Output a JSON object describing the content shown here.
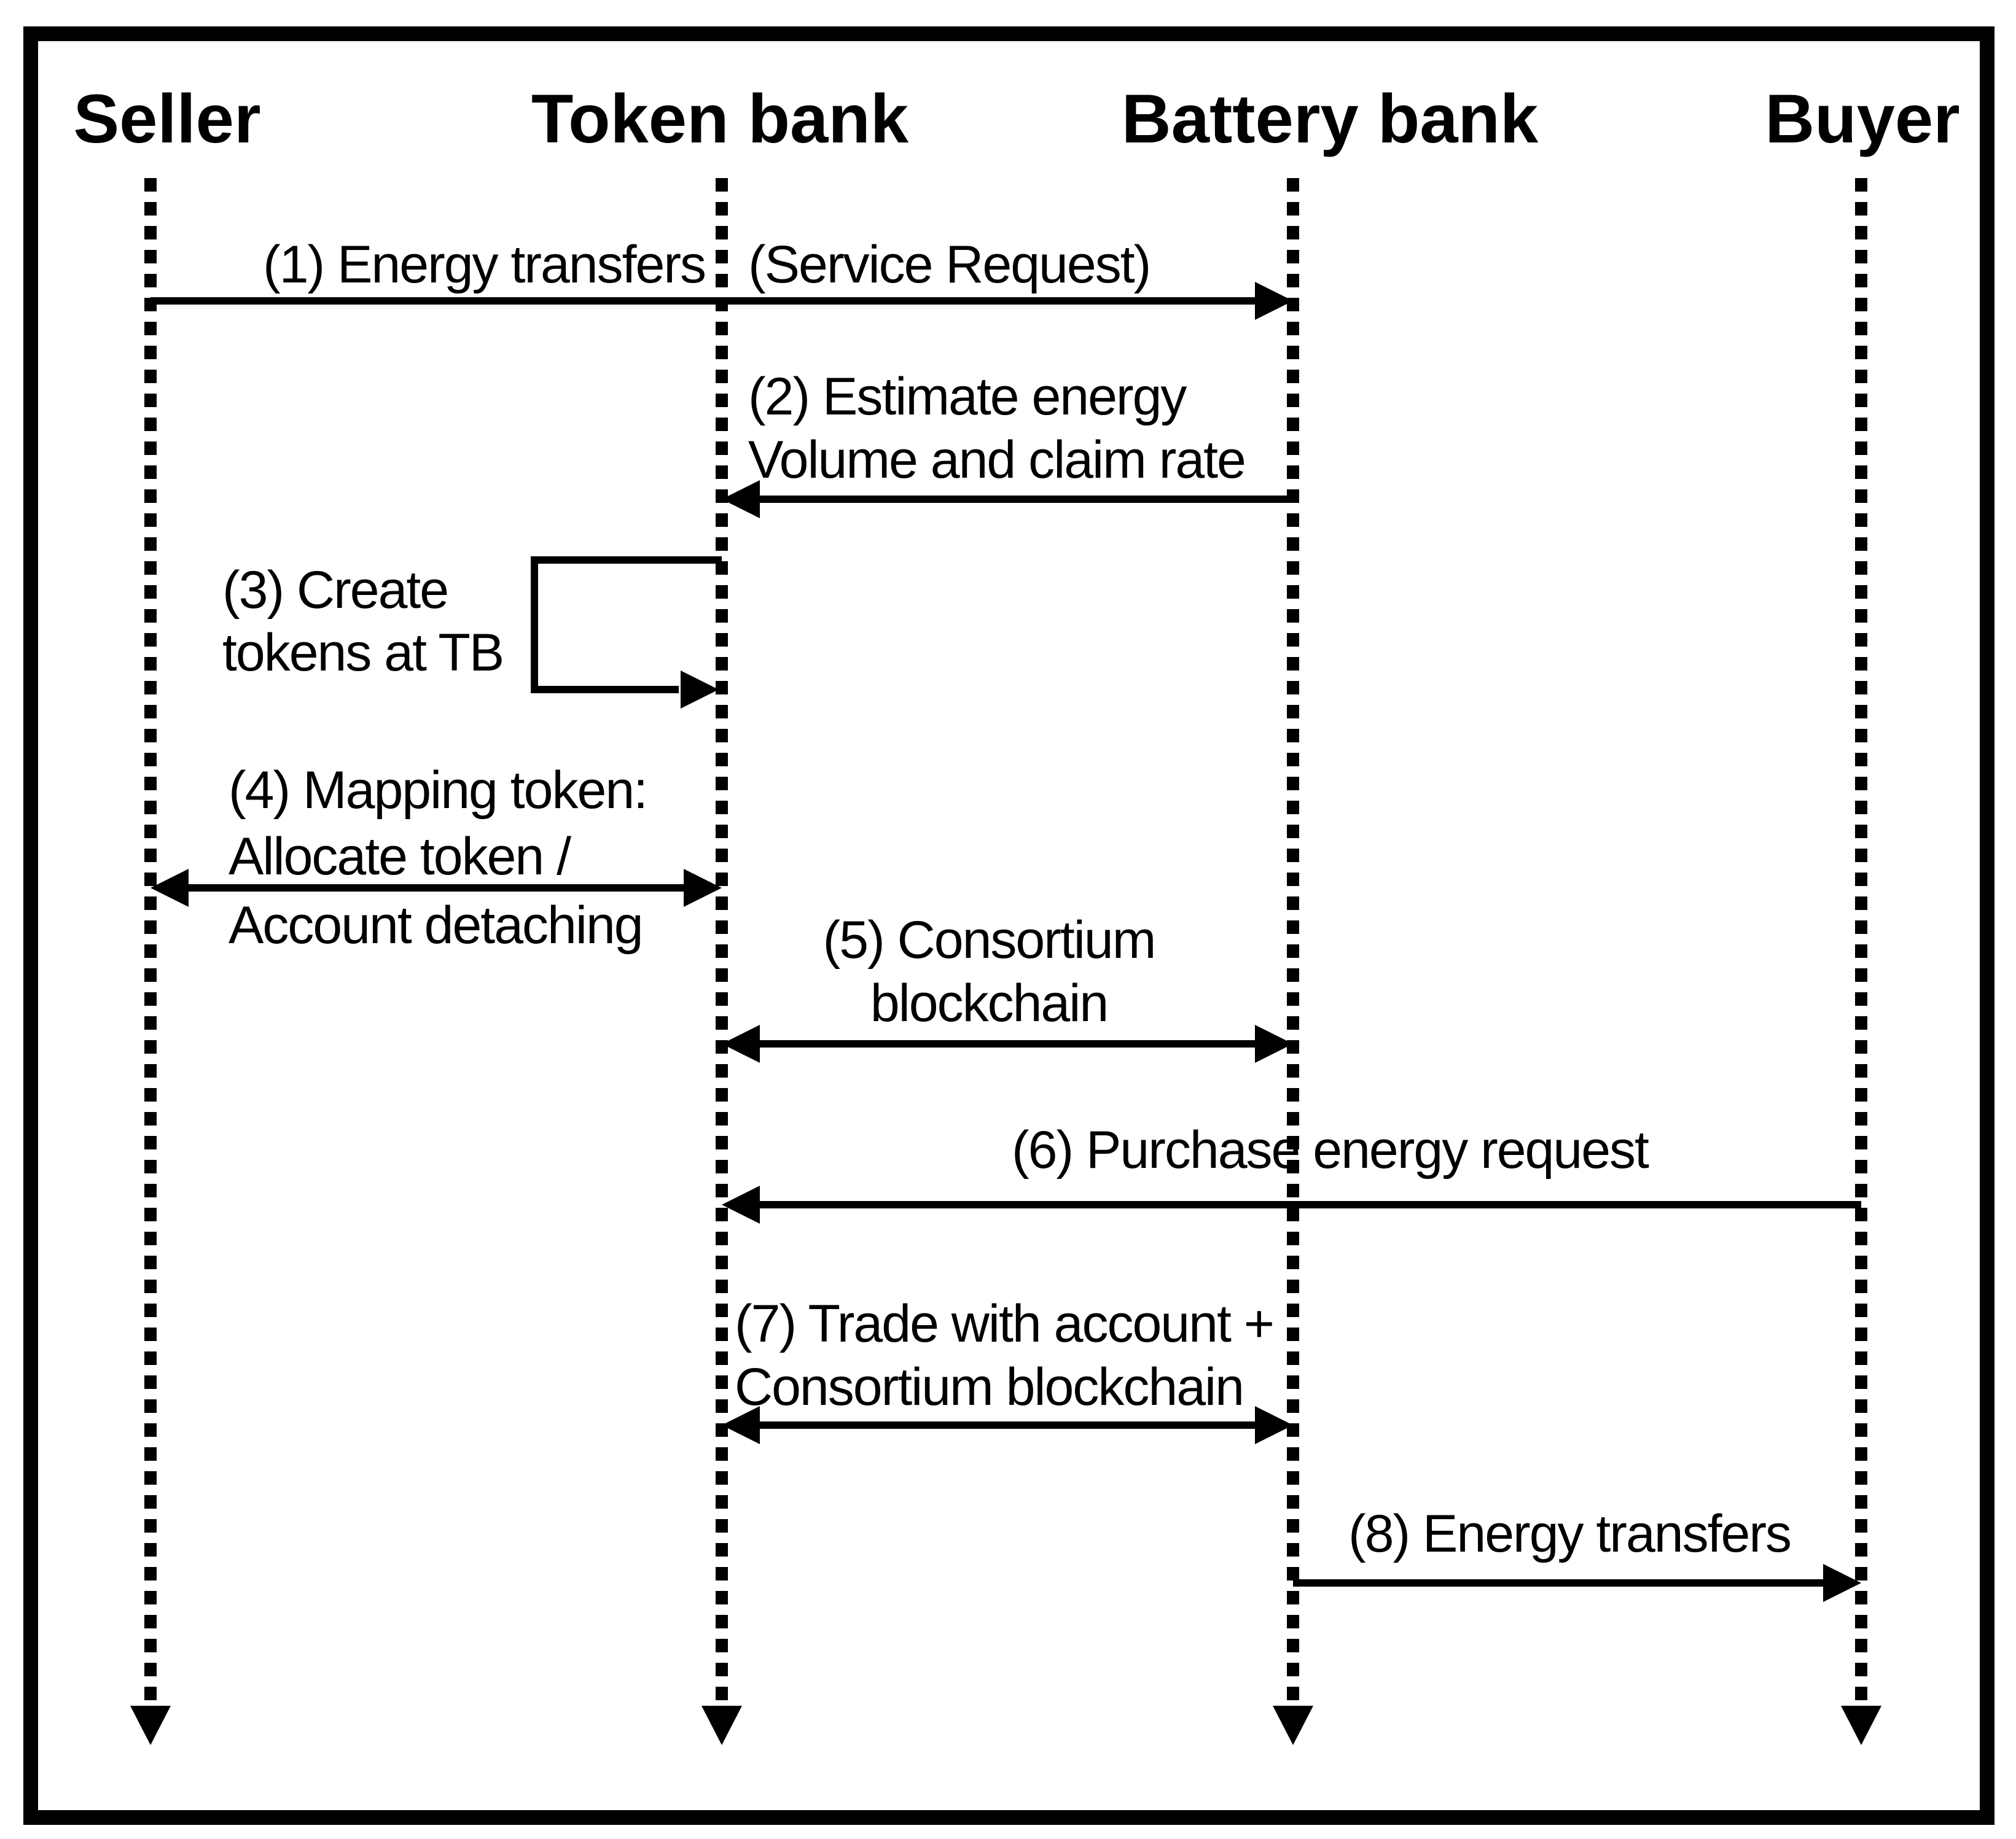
{
  "figure": {
    "type": "sequence-diagram",
    "colors": {
      "ink": "#000000",
      "background": "#ffffff"
    },
    "participants": [
      {
        "name": "Seller"
      },
      {
        "name": "Token bank"
      },
      {
        "name": "Battery bank"
      },
      {
        "name": "Buyer"
      }
    ],
    "messages": [
      {
        "from": "Seller",
        "to": "Battery bank",
        "arrow": "right",
        "lines": [
          "(1) Energy transfers",
          "(Service Request)"
        ]
      },
      {
        "from": "Battery bank",
        "to": "Token bank",
        "arrow": "left",
        "lines": [
          "(2) Estimate energy",
          "Volume and claim rate"
        ]
      },
      {
        "from": "Token bank",
        "to": "Token bank",
        "arrow": "self",
        "lines": [
          "(3) Create",
          "tokens at TB"
        ]
      },
      {
        "from": "Seller",
        "to": "Token bank",
        "arrow": "both",
        "lines": [
          "(4) Mapping token:",
          "Allocate token /",
          "Account detaching"
        ]
      },
      {
        "from": "Token bank",
        "to": "Battery bank",
        "arrow": "both",
        "lines": [
          "(5) Consortium",
          "blockchain"
        ]
      },
      {
        "from": "Buyer",
        "to": "Token bank",
        "arrow": "left",
        "lines": [
          "(6) Purchase energy request"
        ]
      },
      {
        "from": "Token bank",
        "to": "Battery bank",
        "arrow": "both",
        "lines": [
          "(7) Trade with account +",
          "Consortium blockchain"
        ]
      },
      {
        "from": "Battery bank",
        "to": "Buyer",
        "arrow": "right",
        "lines": [
          "(8) Energy transfers"
        ]
      }
    ]
  }
}
